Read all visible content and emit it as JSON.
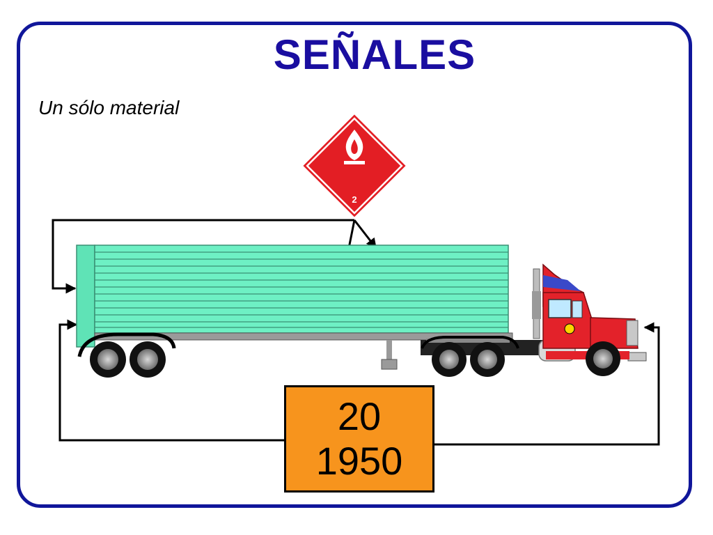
{
  "title": "SEÑALES",
  "subtitle": "Un sólo material",
  "placard": {
    "class_number": "2",
    "icon": "flame-icon",
    "color": "#e31e24"
  },
  "un_panel": {
    "line1": "20",
    "line2": "1950",
    "color": "#f7941d"
  },
  "colors": {
    "frame": "#10169a",
    "title": "#1a0ea0",
    "trailer": "#6ef0c4",
    "truck_cab": "#e3222a"
  }
}
